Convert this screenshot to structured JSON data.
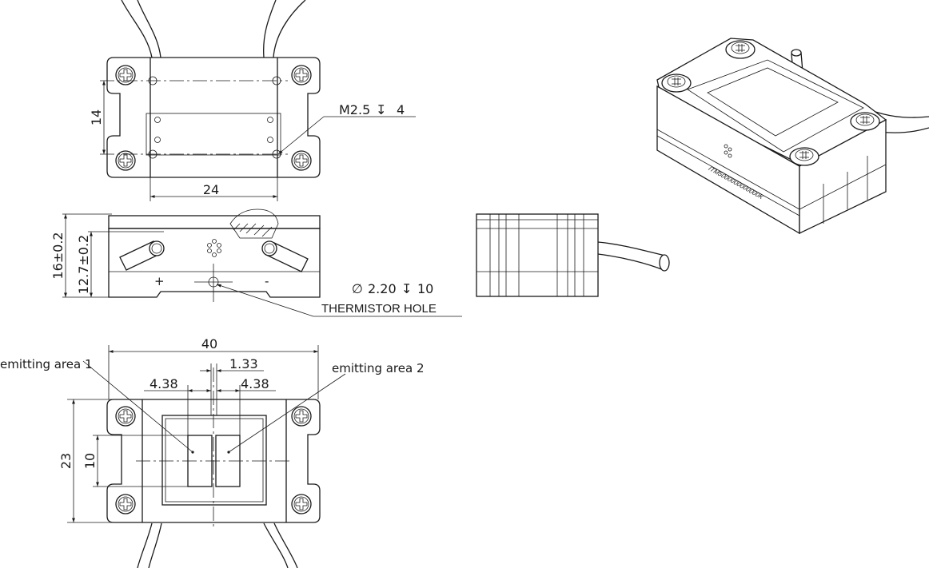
{
  "top_view": {
    "dim_height": "14",
    "dim_width": "24",
    "thread_label": "M2.5",
    "thread_depth": "4"
  },
  "side_view": {
    "dim_total_height": "16±0.2",
    "dim_inner_height": "12.7±0.2",
    "polarity_plus": "+",
    "polarity_minus": "-",
    "hole_dia": "2.20",
    "hole_depth": "10",
    "hole_name": "THERMISTOR HOLE"
  },
  "bottom_view": {
    "dim_total_width": "40",
    "dim_gap": "1.33",
    "dim_left_area": "4.38",
    "dim_right_area": "4.38",
    "dim_height": "23",
    "dim_area_height": "10",
    "emitting_area_1": "emitting area 1",
    "emitting_area_2": "emitting area 2"
  },
  "iso_view": {
    "serial_marking": "ITM5000000000000K"
  }
}
